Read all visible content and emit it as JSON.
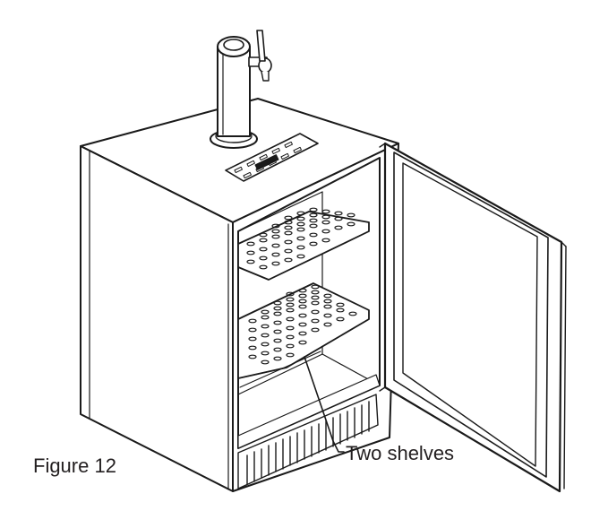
{
  "figure": {
    "caption": "Figure 12",
    "callout": "Two shelves",
    "icons": [
      "kegerator-illustration",
      "beer-tap-tower",
      "ventilation-grille",
      "wire-shelf",
      "open-door"
    ]
  }
}
